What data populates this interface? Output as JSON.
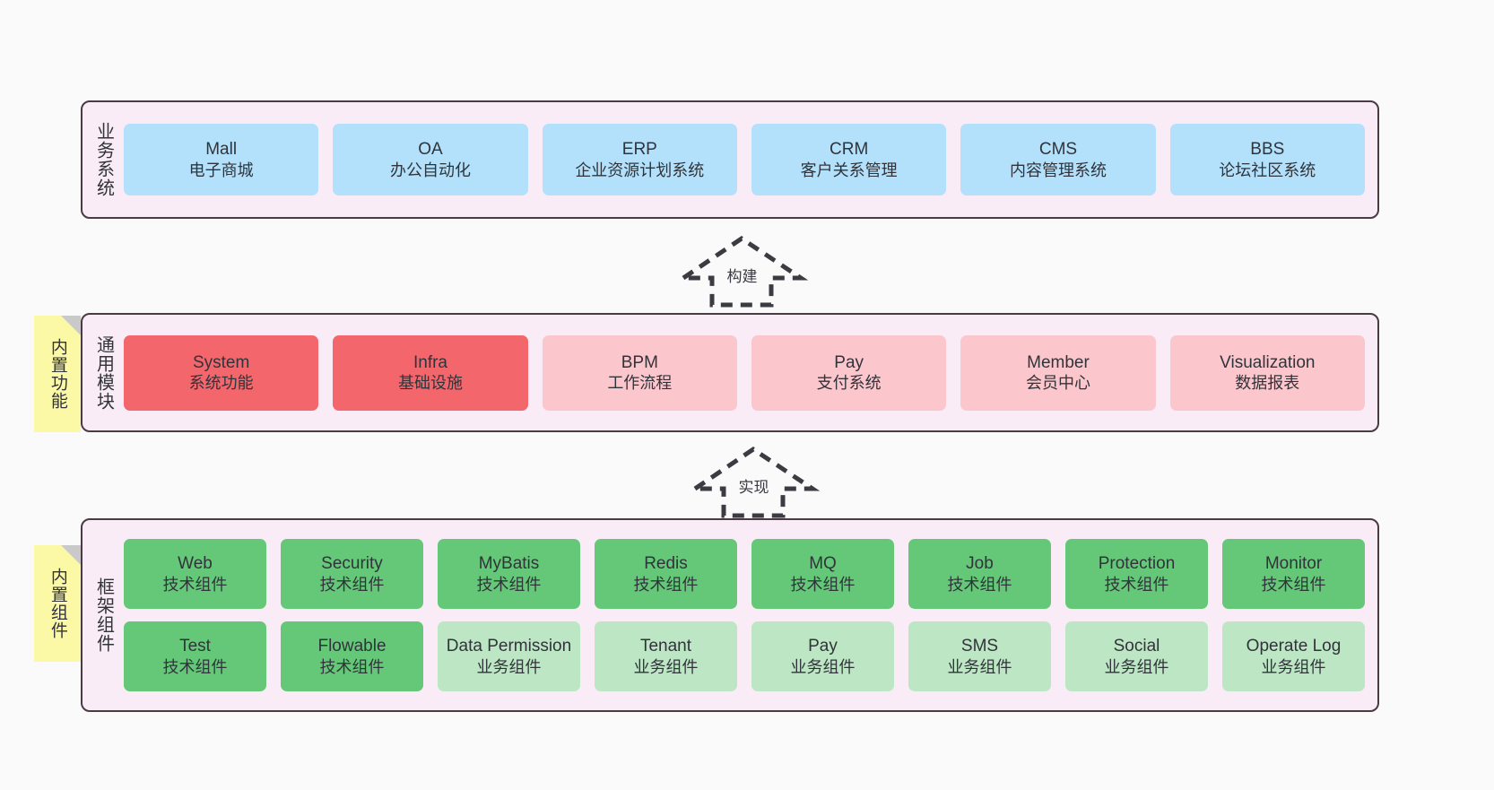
{
  "diagram": {
    "background": "#fafafa",
    "container_bg": "#f9ecf6",
    "container_border": "#4a3a44"
  },
  "layers": [
    {
      "id": "business",
      "label": "业务系统",
      "accent": "#b3e0fb",
      "rows": [
        {
          "cells": [
            {
              "title": "Mall",
              "subtitle": "电子商城",
              "style": "c-blue"
            },
            {
              "title": "OA",
              "subtitle": "办公自动化",
              "style": "c-blue"
            },
            {
              "title": "ERP",
              "subtitle": "企业资源计划系统",
              "style": "c-blue"
            },
            {
              "title": "CRM",
              "subtitle": "客户关系管理",
              "style": "c-blue"
            },
            {
              "title": "CMS",
              "subtitle": "内容管理系统",
              "style": "c-blue"
            },
            {
              "title": "BBS",
              "subtitle": "论坛社区系统",
              "style": "c-blue"
            }
          ]
        }
      ]
    },
    {
      "id": "module",
      "label": "通用模块",
      "accent": "#f3666c",
      "rows": [
        {
          "cells": [
            {
              "title": "System",
              "subtitle": "系统功能",
              "style": "c-pink-dark"
            },
            {
              "title": "Infra",
              "subtitle": "基础设施",
              "style": "c-pink-dark"
            },
            {
              "title": "BPM",
              "subtitle": "工作流程",
              "style": "c-pink-lite"
            },
            {
              "title": "Pay",
              "subtitle": "支付系统",
              "style": "c-pink-lite"
            },
            {
              "title": "Member",
              "subtitle": "会员中心",
              "style": "c-pink-lite"
            },
            {
              "title": "Visualization",
              "subtitle": "数据报表",
              "style": "c-pink-lite"
            }
          ]
        }
      ]
    },
    {
      "id": "framework",
      "label": "框架组件",
      "accent": "#64c878",
      "rows": [
        {
          "cells": [
            {
              "title": "Web",
              "subtitle": "技术组件",
              "style": "c-green-dark"
            },
            {
              "title": "Security",
              "subtitle": "技术组件",
              "style": "c-green-dark"
            },
            {
              "title": "MyBatis",
              "subtitle": "技术组件",
              "style": "c-green-dark"
            },
            {
              "title": "Redis",
              "subtitle": "技术组件",
              "style": "c-green-dark"
            },
            {
              "title": "MQ",
              "subtitle": "技术组件",
              "style": "c-green-dark"
            },
            {
              "title": "Job",
              "subtitle": "技术组件",
              "style": "c-green-dark"
            },
            {
              "title": "Protection",
              "subtitle": "技术组件",
              "style": "c-green-dark"
            },
            {
              "title": "Monitor",
              "subtitle": "技术组件",
              "style": "c-green-dark"
            }
          ]
        },
        {
          "cells": [
            {
              "title": "Test",
              "subtitle": "技术组件",
              "style": "c-green-dark"
            },
            {
              "title": "Flowable",
              "subtitle": "技术组件",
              "style": "c-green-dark"
            },
            {
              "title": "Data Permission",
              "subtitle": "业务组件",
              "style": "c-green-lite"
            },
            {
              "title": "Tenant",
              "subtitle": "业务组件",
              "style": "c-green-lite"
            },
            {
              "title": "Pay",
              "subtitle": "业务组件",
              "style": "c-green-lite"
            },
            {
              "title": "SMS",
              "subtitle": "业务组件",
              "style": "c-green-lite"
            },
            {
              "title": "Social",
              "subtitle": "业务组件",
              "style": "c-green-lite"
            },
            {
              "title": "Operate Log",
              "subtitle": "业务组件",
              "style": "c-green-lite"
            }
          ]
        }
      ]
    }
  ],
  "connectors": [
    {
      "id": "build",
      "label": "构建",
      "direction": "up",
      "style": "dashed-block-arrow"
    },
    {
      "id": "implement",
      "label": "实现",
      "direction": "up",
      "style": "dashed-block-arrow"
    }
  ],
  "notes": [
    {
      "id": "builtin-function",
      "text": "内置功能",
      "color": "#fbf8a6"
    },
    {
      "id": "builtin-component",
      "text": "内置组件",
      "color": "#fbf8a6"
    }
  ]
}
